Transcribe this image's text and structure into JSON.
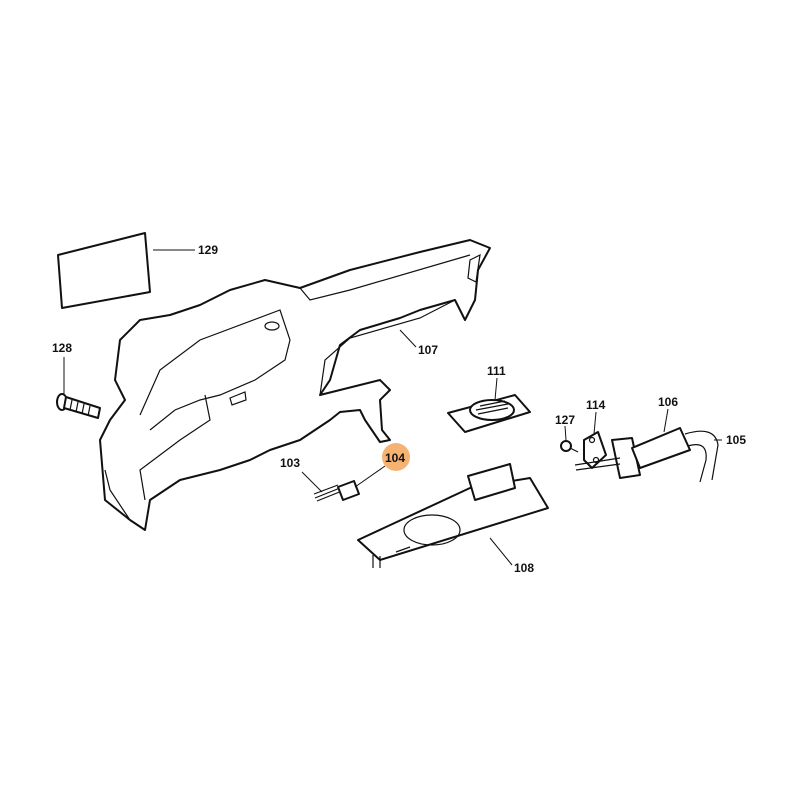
{
  "diagram": {
    "highlight_color": "#f6b273",
    "callouts": [
      {
        "id": "129",
        "label": "129"
      },
      {
        "id": "128",
        "label": "128"
      },
      {
        "id": "107",
        "label": "107"
      },
      {
        "id": "111",
        "label": "111"
      },
      {
        "id": "127",
        "label": "127"
      },
      {
        "id": "114",
        "label": "114"
      },
      {
        "id": "106",
        "label": "106"
      },
      {
        "id": "105",
        "label": "105"
      },
      {
        "id": "103",
        "label": "103"
      },
      {
        "id": "104",
        "label": "104",
        "highlighted": true
      },
      {
        "id": "108",
        "label": "108"
      }
    ]
  }
}
